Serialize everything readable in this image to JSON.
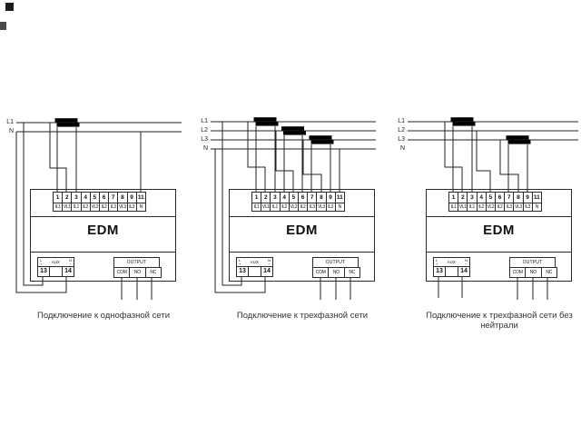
{
  "colors": {
    "wire": "#222222",
    "ct": "#000000",
    "text": "#111111",
    "caption": "#333333"
  },
  "device": {
    "name": "EDM",
    "terminal_numbers": [
      "1",
      "2",
      "3",
      "4",
      "5",
      "6",
      "7",
      "8",
      "9",
      "11"
    ],
    "terminal_labels": [
      "IL1",
      "VL1",
      "IL1",
      "IL2",
      "VL2",
      "IL2",
      "IL3",
      "VL3",
      "IL3",
      "N"
    ],
    "aux": {
      "label": "AUX",
      "left_symbol_top": "L",
      "left_symbol_bottom": "+",
      "right_symbol_top": "N",
      "right_symbol_bottom": "−",
      "terminal_left": "13",
      "terminal_right": "14"
    },
    "output": {
      "label": "OUTPUT",
      "terminals": [
        "COM",
        "NO",
        "NC"
      ]
    }
  },
  "diagrams": [
    {
      "caption": "Подключение к однофазной сети",
      "line_labels": [
        "L1",
        "N"
      ],
      "current_transformers": 1
    },
    {
      "caption": "Подключение к трехфазной сети",
      "line_labels": [
        "L1",
        "L2",
        "L3",
        "N"
      ],
      "current_transformers": 3
    },
    {
      "caption": "Подключение к трехфазной сети без нейтрали",
      "line_labels": [
        "L1",
        "L2",
        "L3",
        "N"
      ],
      "current_transformers": 2
    }
  ]
}
